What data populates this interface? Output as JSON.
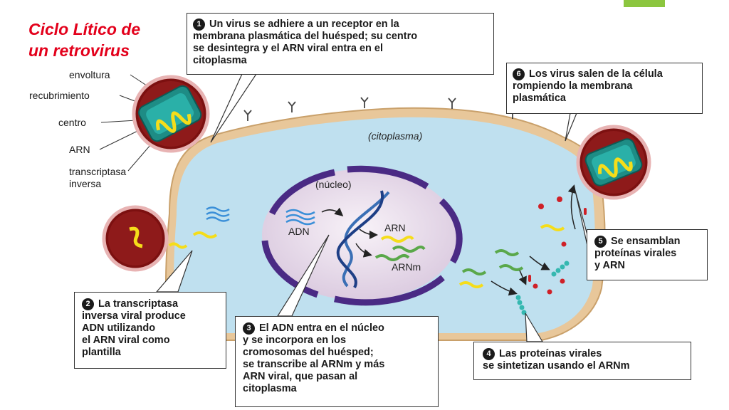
{
  "title": {
    "line1": "Ciclo Lítico de",
    "line2": "un retrovirus"
  },
  "virus_part_labels": [
    "envoltura",
    "recubrimiento",
    "centro",
    "ARN",
    "transcriptasa",
    "inversa"
  ],
  "region_labels": {
    "cytoplasm": "(citoplasma)",
    "nucleus": "(núcleo)",
    "dna": "ADN",
    "rna": "ARN",
    "mrna": "ARNm"
  },
  "steps": [
    {
      "number": "1",
      "lines": [
        "Un virus se adhiere a un receptor en la",
        "membrana plasmática del huésped; su centro",
        "se desintegra y el ARN viral entra en el",
        "citoplasma"
      ]
    },
    {
      "number": "2",
      "lines": [
        "La transcriptasa",
        "inversa viral produce",
        "ADN utilizando",
        "el ARN viral como",
        "plantilla"
      ]
    },
    {
      "number": "3",
      "lines": [
        "El ADN entra en el núcleo",
        "y se incorpora en los",
        "cromosomas del huésped;",
        "se transcribe al ARNm y más",
        "ARN viral, que pasan al",
        "citoplasma"
      ]
    },
    {
      "number": "4",
      "lines": [
        "Las proteínas virales",
        "se sintetizan usando el ARNm"
      ]
    },
    {
      "number": "5",
      "lines": [
        "Se ensamblan",
        "proteínas virales",
        "y ARN"
      ]
    },
    {
      "number": "6",
      "lines": [
        "Los virus salen de la célula",
        "rompiendo la membrana",
        "plasmática"
      ]
    }
  ],
  "colors": {
    "title": "#e3001b",
    "cytoplasm": "#bfe0ef",
    "membrane": "#e8c79a",
    "nucleus": "#ece3ef",
    "nuclear_envelope": "#4a2a84",
    "virus_envelope": "#7c1010",
    "virus_core": "#1e8c85",
    "rna": "#f5dd1a",
    "mrna": "#5aa84a",
    "dna": "#3a6fb5",
    "protein": "#cf2027",
    "corner_accent": "#8cc63f"
  }
}
